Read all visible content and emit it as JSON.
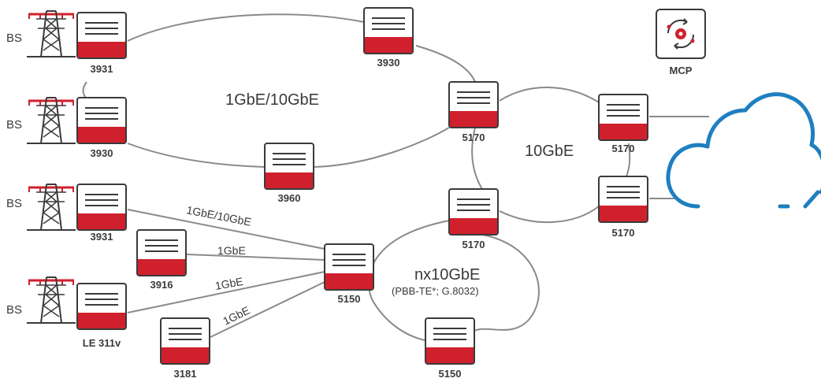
{
  "rings": {
    "access_ring_label": "1GbE/10GbE",
    "core_ring_label": "10GbE",
    "agg_ring_label": "nx10GbE",
    "agg_ring_sublabel": "(PBB-TE*; G.8032)"
  },
  "devices": {
    "d3931_top": "3931",
    "d3930_top": "3930",
    "d3930_left": "3930",
    "d3960": "3960",
    "d5170_a": "5170",
    "d5170_b": "5170",
    "d5170_c": "5170",
    "d5170_d": "5170",
    "d3931_mid": "3931",
    "d3916": "3916",
    "d5150_a": "5150",
    "d5150_b": "5150",
    "dle311v": "LE 311v",
    "d3181": "3181"
  },
  "base_stations": {
    "bs1": "BS",
    "bs2": "BS",
    "bs3": "BS",
    "bs4": "BS"
  },
  "links": {
    "l3931_5150": "1GbE/10GbE",
    "l3916_5150": "1GbE",
    "lle_5150": "1GbE",
    "l3181_5150": "1GbE"
  },
  "mcp": {
    "label": "MCP",
    "icon": "mcp-gear-cycle-icon"
  },
  "colors": {
    "device_red": "#d0202d",
    "link_gray": "#8a8a8a",
    "cloud_blue": "#1f7fc0",
    "tower_red": "#d0202d"
  }
}
